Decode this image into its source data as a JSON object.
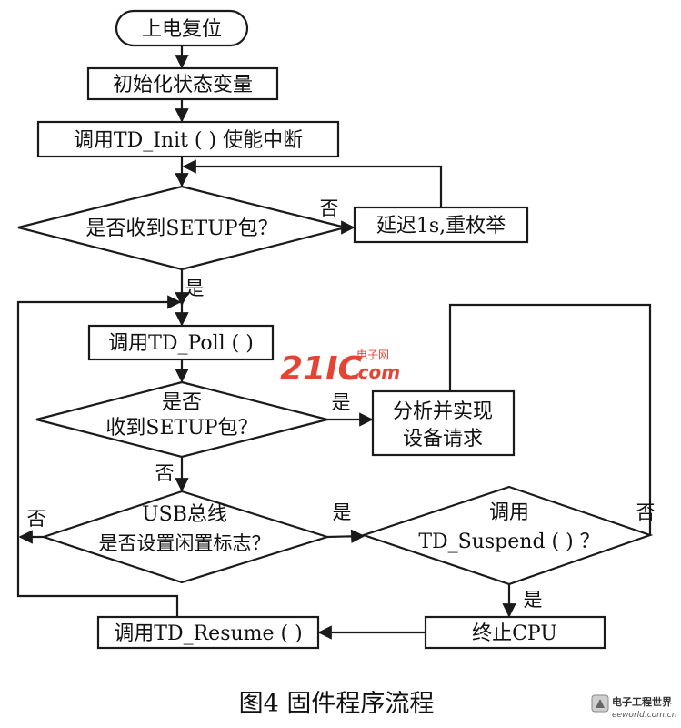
{
  "nodes": {
    "start": "上电复位",
    "init": "初始化状态变量",
    "td_init": "调用TD_Init ( ) 使能中断",
    "check_setup_1": "是否收到SETUP包？",
    "delay": "延迟1s,重枚举",
    "td_poll": "调用TD_Poll ( )",
    "check_setup_2_line1": "是否",
    "check_setup_2_line2": "收到SETUP包？",
    "analyze_line1": "分析并实现",
    "analyze_line2": "设备请求",
    "usb_idle_line1": "USB总线",
    "usb_idle_line2": "是否设置闲置标志？",
    "suspend_line1": "调用",
    "suspend_line2": "TD_Suspend ( ) ？",
    "halt": "终止CPU",
    "td_resume": "调用TD_Resume ( )"
  },
  "edge_labels": {
    "setup1_no": "否",
    "setup1_yes": "是",
    "setup2_yes": "是",
    "setup2_no": "否",
    "idle_no": "否",
    "idle_yes": "是",
    "suspend_no": "否",
    "suspend_yes": "是"
  },
  "caption": "图4  固件程序流程",
  "watermark": {
    "brand": "21IC",
    "site_cn": "电子网",
    "domain": ".com"
  },
  "logo": {
    "name": "电子工程世界",
    "url": "eeworld.com.cn"
  }
}
